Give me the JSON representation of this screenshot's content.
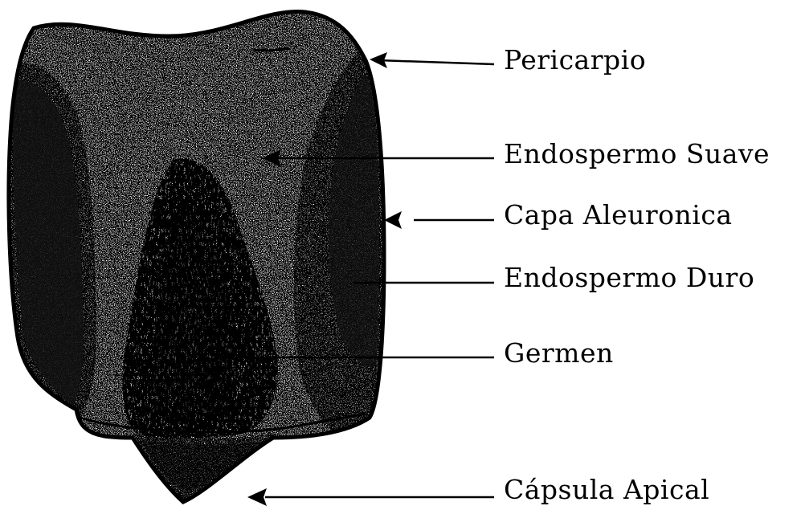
{
  "labels": [
    "Pericarpio",
    "Endospermo Suave",
    "Capa Aleuronica",
    "Endospermo Duro",
    "Germen",
    "Cápsula Apical"
  ],
  "colors": {
    "ink": "#000000",
    "paper": "#ffffff"
  }
}
